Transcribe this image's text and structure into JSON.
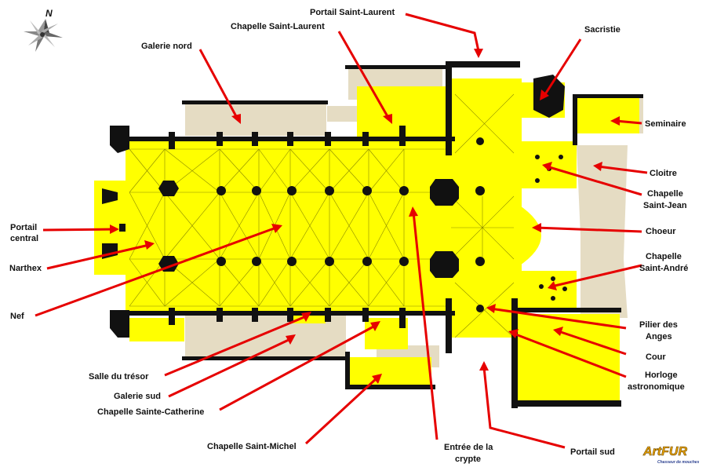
{
  "compass": {
    "north_letter": "N"
  },
  "labels": {
    "portail_saint_laurent": "Portail Saint-Laurent",
    "chapelle_saint_laurent": "Chapelle Saint-Laurent",
    "galerie_nord": "Galerie nord",
    "sacristie": "Sacristie",
    "seminaire": "Seminaire",
    "cloitre": "Cloitre",
    "chapelle_saint_jean_1": "Chapelle",
    "chapelle_saint_jean_2": "Saint-Jean",
    "choeur": "Choeur",
    "chapelle_saint_andre_1": "Chapelle",
    "chapelle_saint_andre_2": "Saint-André",
    "pilier_des_anges_1": "Pilier des",
    "pilier_des_anges_2": "Anges",
    "cour": "Cour",
    "horloge_1": "Horloge",
    "horloge_2": "astronomique",
    "portail_sud": "Portail sud",
    "entree_crypte_1": "Entrée de la",
    "entree_crypte_2": "crypte",
    "chapelle_saint_michel": "Chapelle Saint-Michel",
    "chapelle_sainte_catherine": "Chapelle Sainte-Catherine",
    "galerie_sud": "Galerie sud",
    "salle_du_tresor": "Salle du trésor",
    "nef": "Nef",
    "narthex": "Narthex",
    "portail_central_1": "Portail",
    "portail_central_2": "central"
  },
  "watermark": {
    "brand": "ArtFUR",
    "tagline": "Chasseur de mouches"
  },
  "colors": {
    "floor": "#ffff00",
    "walls": "#111111",
    "galleries": "#e5dcc3",
    "arrows": "#e60000"
  }
}
